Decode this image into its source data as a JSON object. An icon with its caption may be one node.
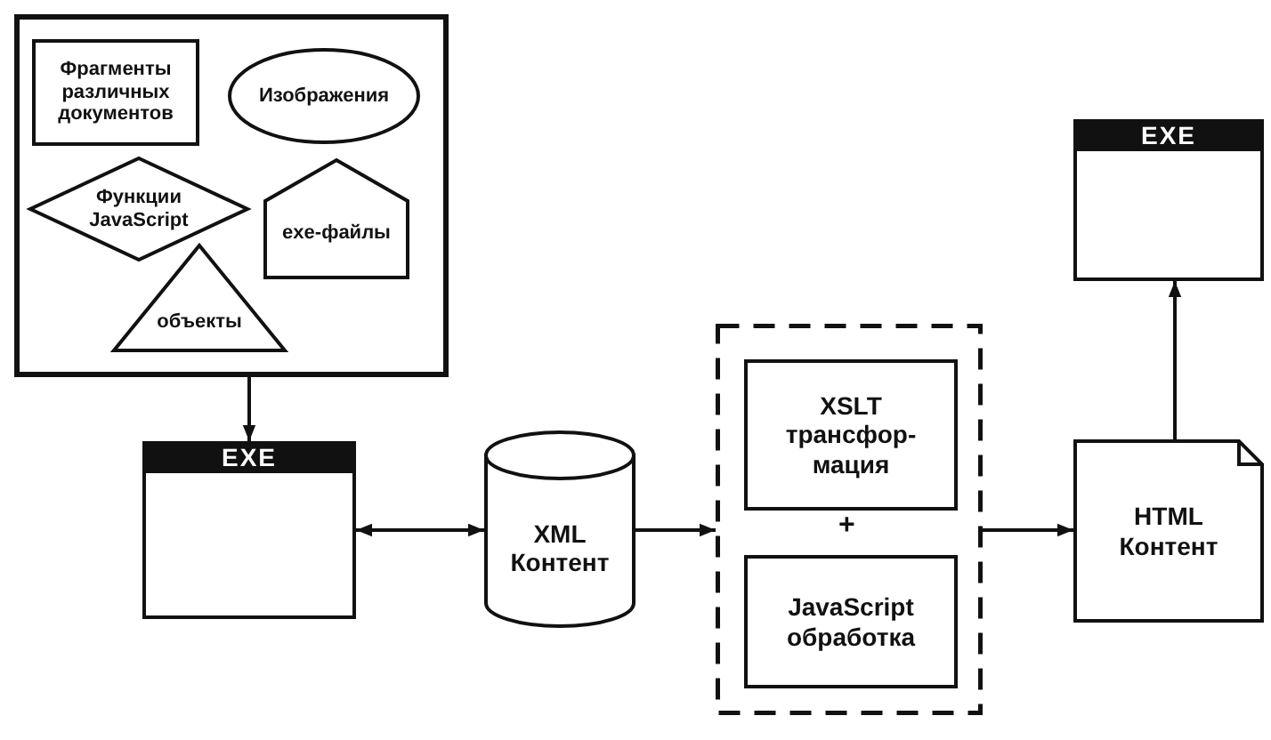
{
  "diagram": {
    "nodes": [
      {
        "text": [],
        "shape": "box"
      },
      {
        "text": [
          "Фрагменты различных документов"
        ],
        "in": 0
      },
      {
        "text": [
          "Изображения"
        ],
        "in": 0
      },
      {
        "text": [
          "Функции JavaScript"
        ],
        "in": 0
      },
      {
        "text": [
          "exe-файлы"
        ],
        "in": 0
      },
      {
        "text": [
          "объекты"
        ],
        "in": 0
      },
      {
        "text": [
          "EXE"
        ]
      },
      {
        "text": [
          "XML Контент"
        ]
      },
      {
        "text": [],
        "shape": "box"
      },
      {
        "text": [
          "XSLT трансфор- мация"
        ],
        "in": 8
      },
      {
        "text": [
          "JavaScript обработка"
        ],
        "in": 8
      },
      {
        "text": [
          "HTML Контент"
        ]
      },
      {
        "text": [
          "EXE"
        ]
      }
    ],
    "edges": [
      {
        "from": 0,
        "to": 6,
        "arrow": "to"
      },
      {
        "from": 6,
        "to": 7,
        "arrow": "both"
      },
      {
        "from": 7,
        "to": 8,
        "arrow": "to"
      },
      {
        "from": 8,
        "to": 11,
        "arrow": "to"
      },
      {
        "from": 11,
        "to": 12,
        "arrow": "to"
      }
    ],
    "labels": [
      "+"
    ]
  }
}
